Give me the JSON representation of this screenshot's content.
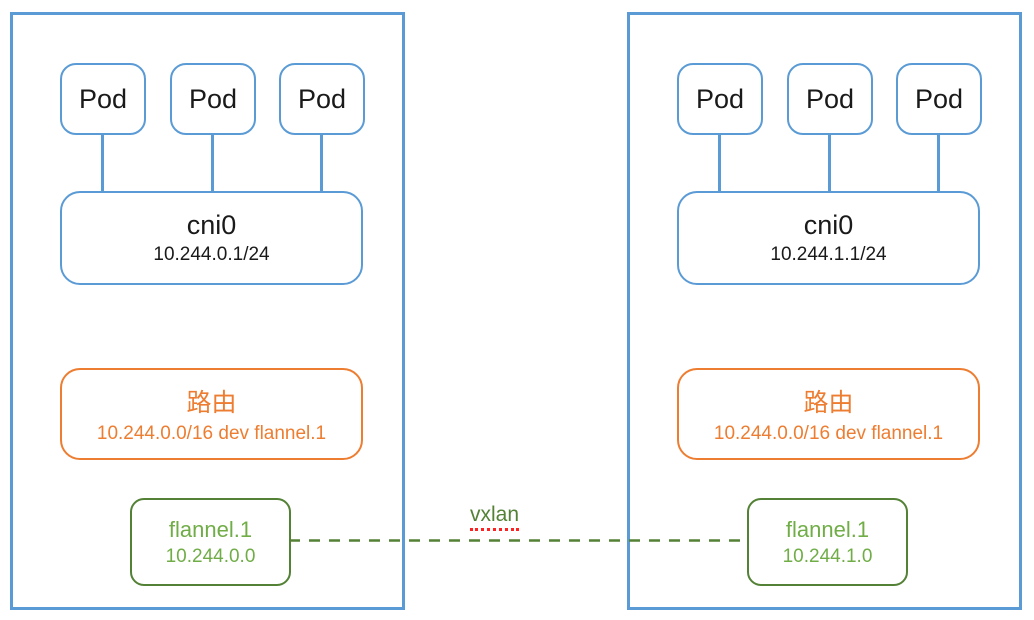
{
  "diagram": {
    "colors": {
      "blue": "#5b9bd5",
      "orange": "#ed7d31",
      "green_border": "#538135",
      "green_text": "#70ad47",
      "dash_green": "#538135",
      "red_underline": "#ff2222"
    },
    "nodes": [
      {
        "pods": [
          "Pod",
          "Pod",
          "Pod"
        ],
        "bridge": {
          "name": "cni0",
          "ip": "10.244.0.1/24"
        },
        "route": {
          "title": "路由",
          "entry": "10.244.0.0/16 dev flannel.1"
        },
        "vtep": {
          "name": "flannel.1",
          "ip": "10.244.0.0"
        }
      },
      {
        "pods": [
          "Pod",
          "Pod",
          "Pod"
        ],
        "bridge": {
          "name": "cni0",
          "ip": "10.244.1.1/24"
        },
        "route": {
          "title": "路由",
          "entry": "10.244.0.0/16 dev flannel.1"
        },
        "vtep": {
          "name": "flannel.1",
          "ip": "10.244.1.0"
        }
      }
    ],
    "link": {
      "label": "vxlan"
    }
  }
}
